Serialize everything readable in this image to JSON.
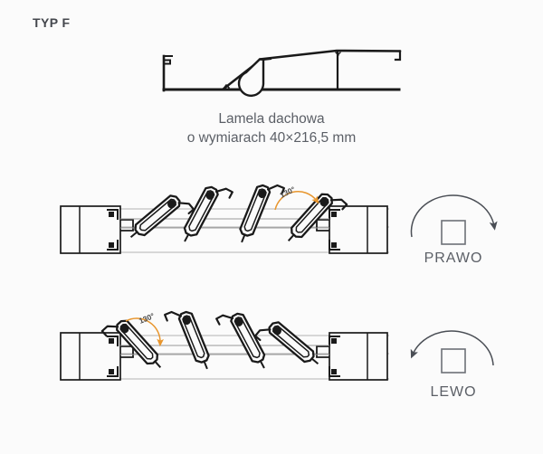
{
  "page": {
    "title": "TYP F",
    "background_color": "#fbfbfb",
    "text_color": "#5b5f66",
    "line_color": "#1a1a1a",
    "rail_color": "#9a9a9a",
    "accent_color": "#e8962e"
  },
  "profile": {
    "name": "roof-slat-profile",
    "caption_line1": "Lamela dachowa",
    "caption_line2": "o wymiarach 40×216,5 mm",
    "width_mm": 216.5,
    "height_mm": 40
  },
  "diagrams": [
    {
      "id": "upper",
      "name": "slat-rotation-right",
      "angle_label": "130°",
      "angle_value": 130,
      "angle_side": "right",
      "slat_count": 4,
      "slat_angles_deg": [
        42,
        62,
        72,
        50
      ],
      "rail_count": 2
    },
    {
      "id": "lower",
      "name": "slat-rotation-left",
      "angle_label": "130°",
      "angle_value": 130,
      "angle_side": "left",
      "slat_count": 4,
      "slat_angles_deg": [
        50,
        72,
        62,
        42
      ],
      "rail_count": 2
    }
  ],
  "direction_markers": [
    {
      "id": "prawo",
      "name": "direction-right",
      "label": "PRAWO",
      "rotation": "clockwise",
      "arrow_head": "right"
    },
    {
      "id": "lewo",
      "name": "direction-left",
      "label": "LEWO",
      "rotation": "counter-clockwise",
      "arrow_head": "left"
    }
  ]
}
